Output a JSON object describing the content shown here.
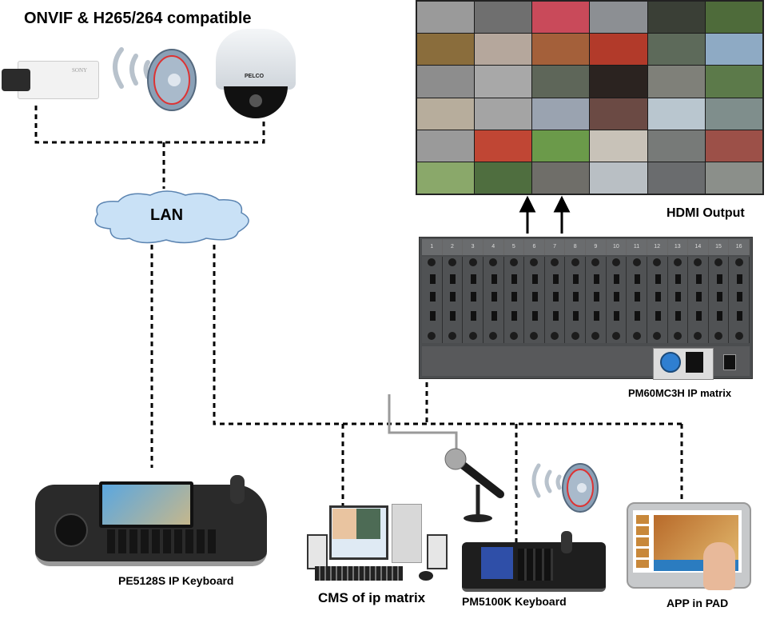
{
  "title": "ONVIF & H265/264 compatible",
  "network": {
    "cloud_label": "LAN"
  },
  "devices": {
    "box_camera": {
      "brand": "SONY"
    },
    "dome_camera": {
      "brand": "PELCO"
    },
    "video_wall_label": "HDMI Output",
    "matrix": {
      "label": "PM60MC3H IP matrix",
      "slot_numbers": [
        "1",
        "2",
        "3",
        "4",
        "5",
        "6",
        "7",
        "8",
        "9",
        "10",
        "11",
        "12",
        "13",
        "14",
        "15",
        "16"
      ]
    },
    "ip_keyboard": {
      "label": "PE5128S IP Keyboard"
    },
    "cms": {
      "label": "CMS of ip matrix"
    },
    "keyboard": {
      "label": "PM5100K Keyboard"
    },
    "pad": {
      "label": "APP in PAD"
    }
  },
  "colors": {
    "wire": "#000000",
    "mic_wire": "#9a9a9a",
    "cloud_fill": "#c9e1f6",
    "cloud_stroke": "#5b84b1",
    "chassis": "#4b4d4f"
  }
}
